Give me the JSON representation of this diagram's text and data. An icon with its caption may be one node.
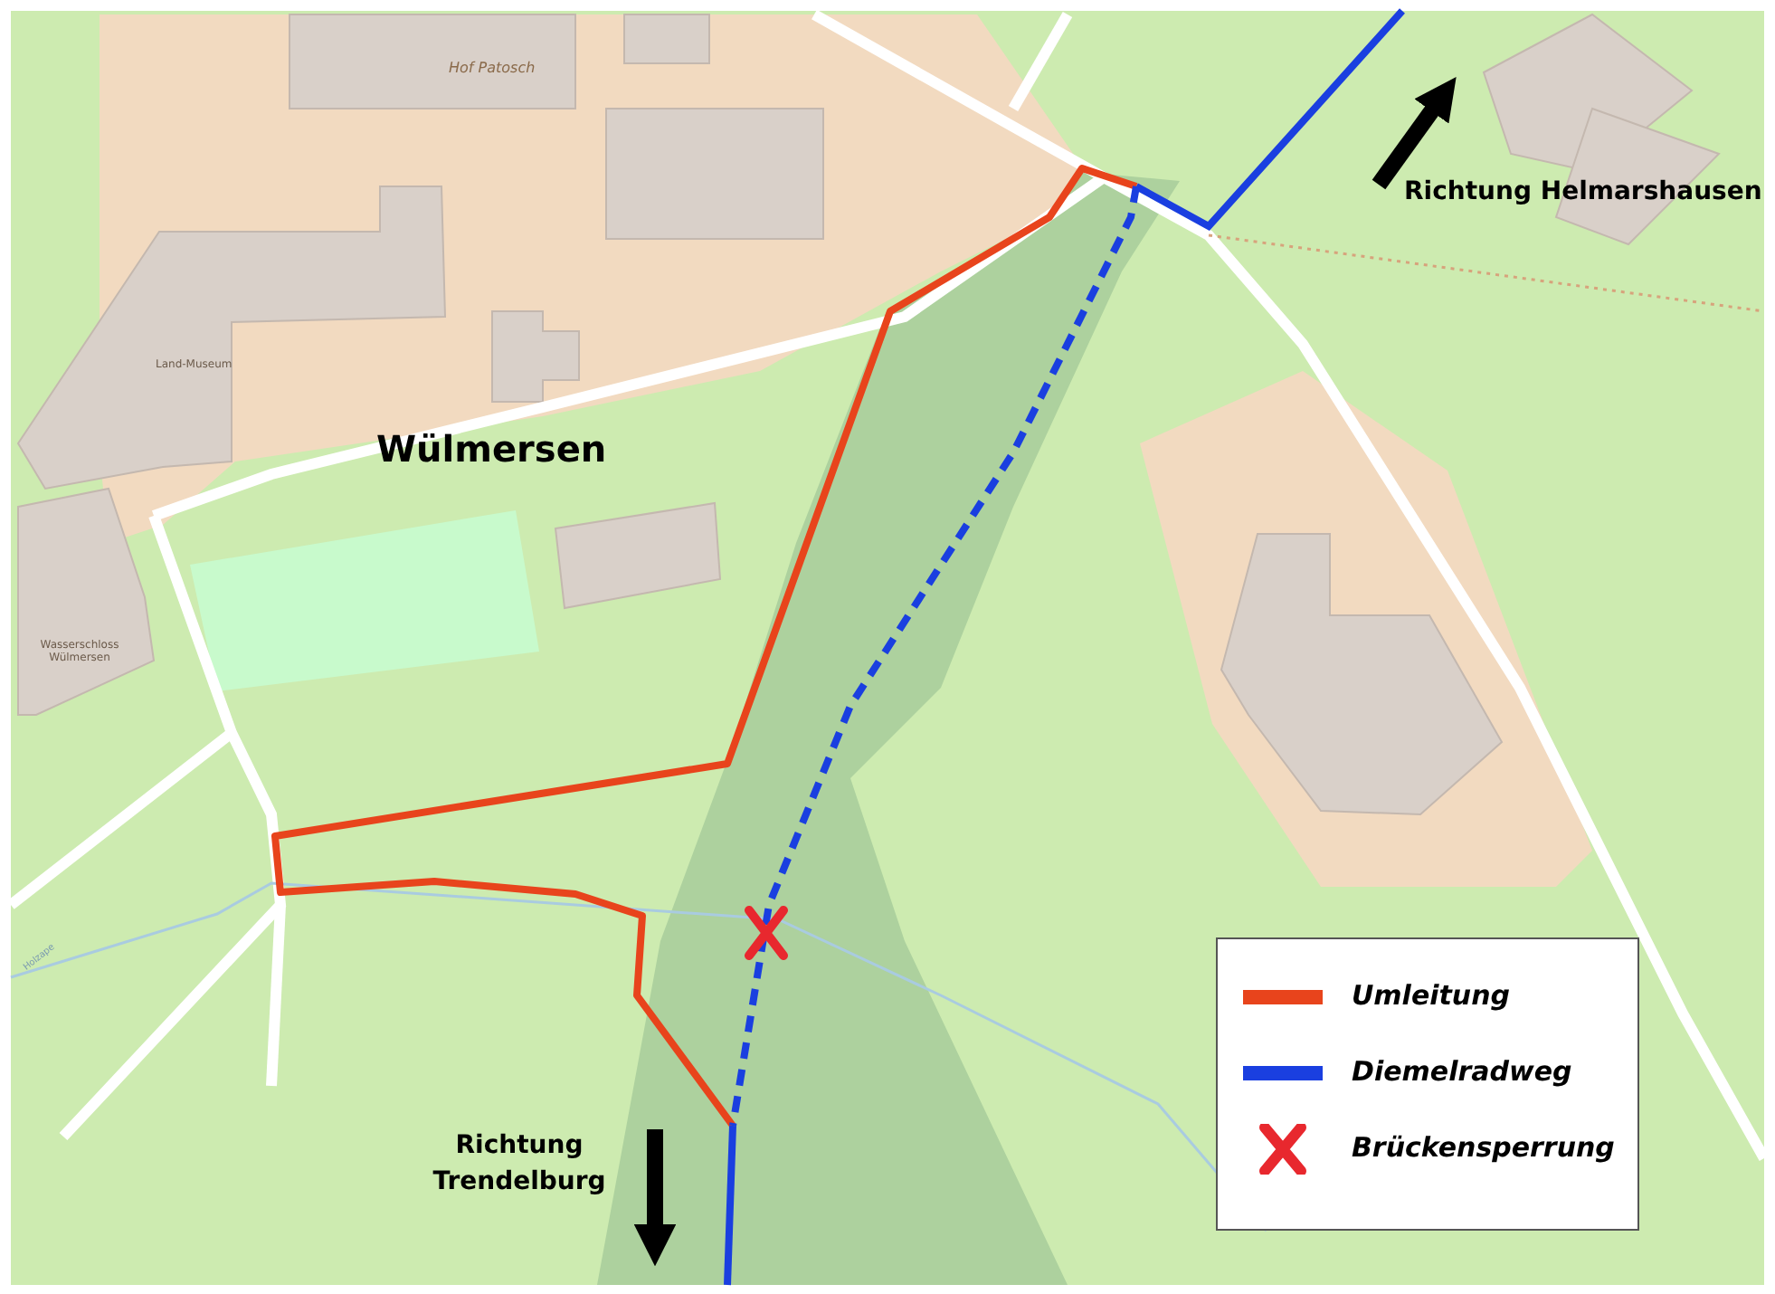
{
  "diagram": {
    "labels": [
      "Hof Patosch",
      "Land-Museum",
      "Wülmersen",
      "Wasserschloss Wülmersen",
      "Holzape",
      "Richtung Helmarshausen",
      "Richtung Trendelburg"
    ],
    "legend": [
      {
        "text": "Umleitung",
        "color": "#e8441c"
      },
      {
        "text": "Diemelradweg",
        "color": "#1a3fe0"
      },
      {
        "text": "Brückensperrung"
      }
    ]
  }
}
